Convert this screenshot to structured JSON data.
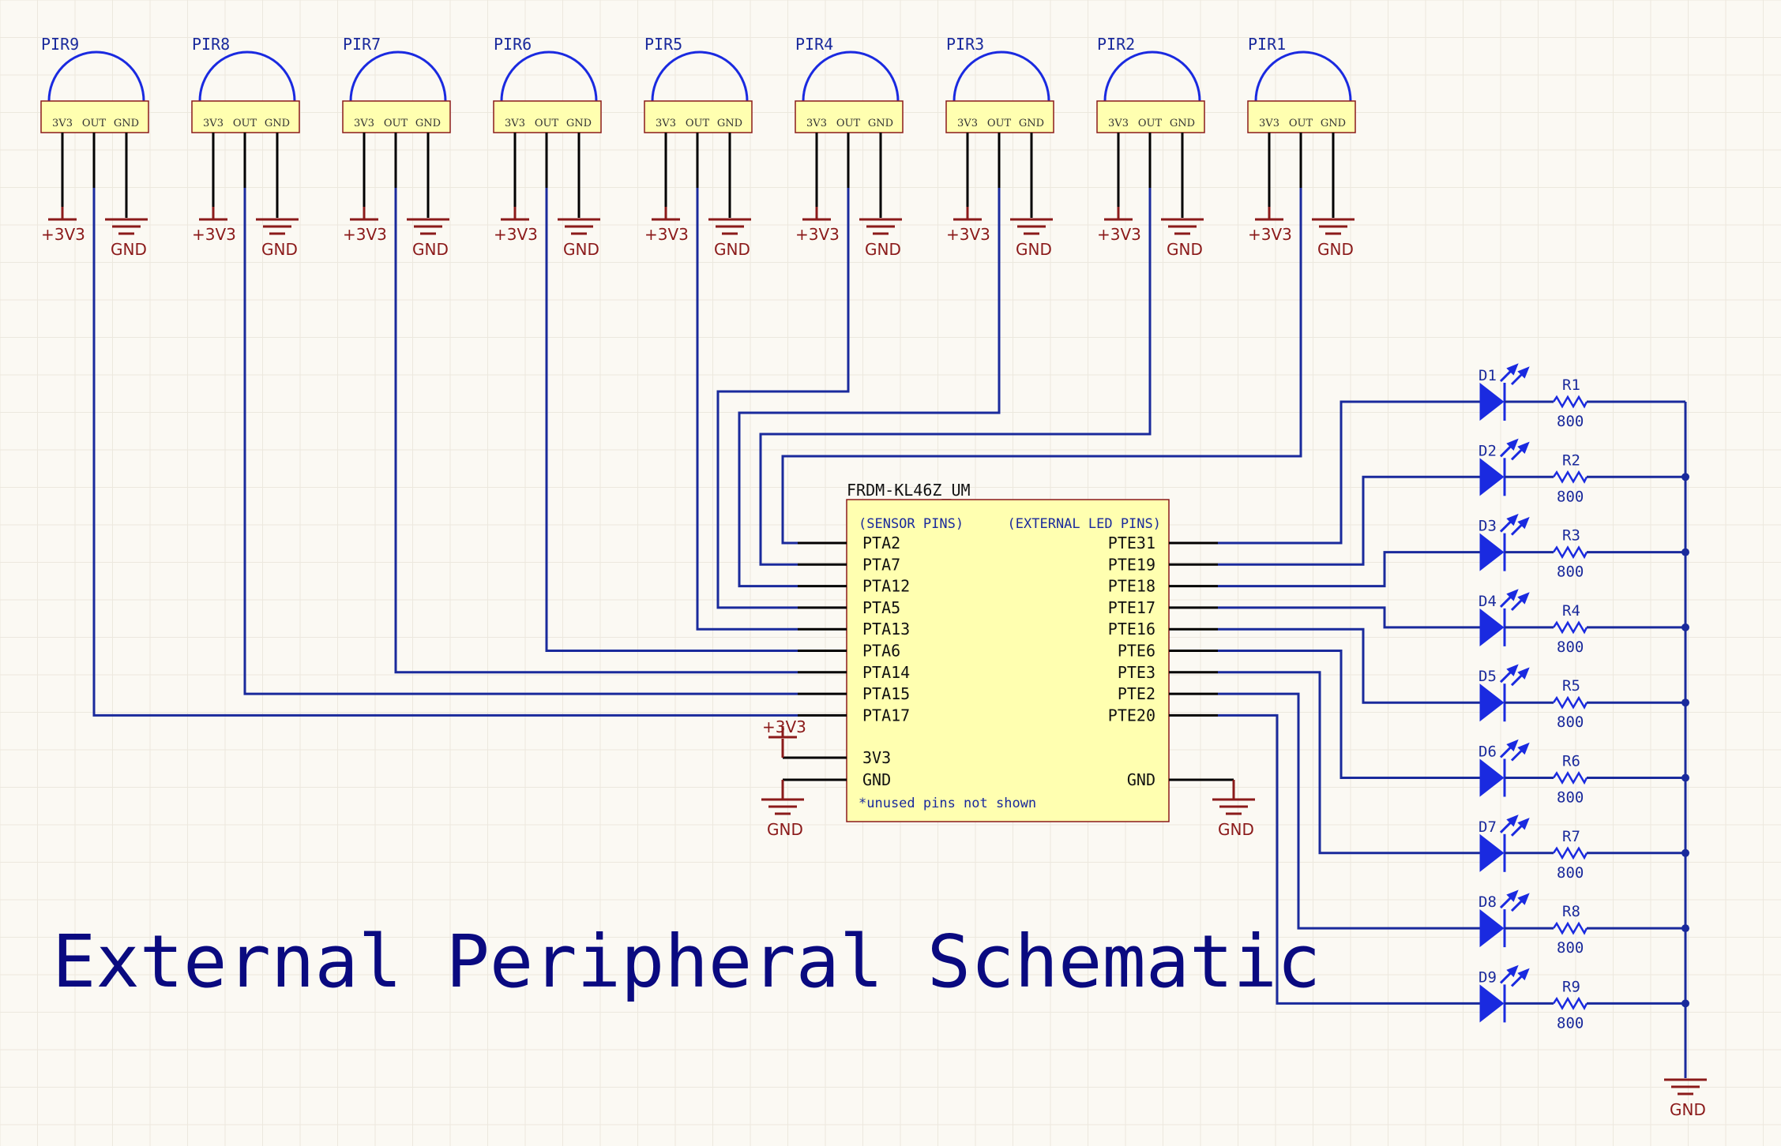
{
  "title": "External Peripheral Schematic",
  "ic": {
    "name": "FRDM-KL46Z_UM",
    "left_header": "(SENSOR PINS)",
    "right_header": "(EXTERNAL LED PINS)",
    "left_pins": [
      "PTA2",
      "PTA7",
      "PTA12",
      "PTA5",
      "PTA13",
      "PTA6",
      "PTA14",
      "PTA15",
      "PTA17"
    ],
    "right_pins": [
      "PTE31",
      "PTE19",
      "PTE18",
      "PTE17",
      "PTE16",
      "PTE6",
      "PTE3",
      "PTE2",
      "PTE20"
    ],
    "pin_3v3": "3V3",
    "pin_gnd_left": "GND",
    "pin_gnd_right": "GND",
    "note": "*unused pins not shown"
  },
  "pirs": [
    "PIR9",
    "PIR8",
    "PIR7",
    "PIR6",
    "PIR5",
    "PIR4",
    "PIR3",
    "PIR2",
    "PIR1"
  ],
  "pir_pins": [
    "3V3",
    "OUT",
    "GND"
  ],
  "power_label": "+3V3",
  "gnd_label": "GND",
  "leds": [
    {
      "d": "D1",
      "r": "R1",
      "value": "800"
    },
    {
      "d": "D2",
      "r": "R2",
      "value": "800"
    },
    {
      "d": "D3",
      "r": "R3",
      "value": "800"
    },
    {
      "d": "D4",
      "r": "R4",
      "value": "800"
    },
    {
      "d": "D5",
      "r": "R5",
      "value": "800"
    },
    {
      "d": "D6",
      "r": "R6",
      "value": "800"
    },
    {
      "d": "D7",
      "r": "R7",
      "value": "800"
    },
    {
      "d": "D8",
      "r": "R8",
      "value": "800"
    },
    {
      "d": "D9",
      "r": "R9",
      "value": "800"
    }
  ],
  "colors": {
    "wire": "#1A2A9C",
    "power": "#8B1A1A",
    "body": "#FFFFB0",
    "component": "#1A2AE0"
  }
}
